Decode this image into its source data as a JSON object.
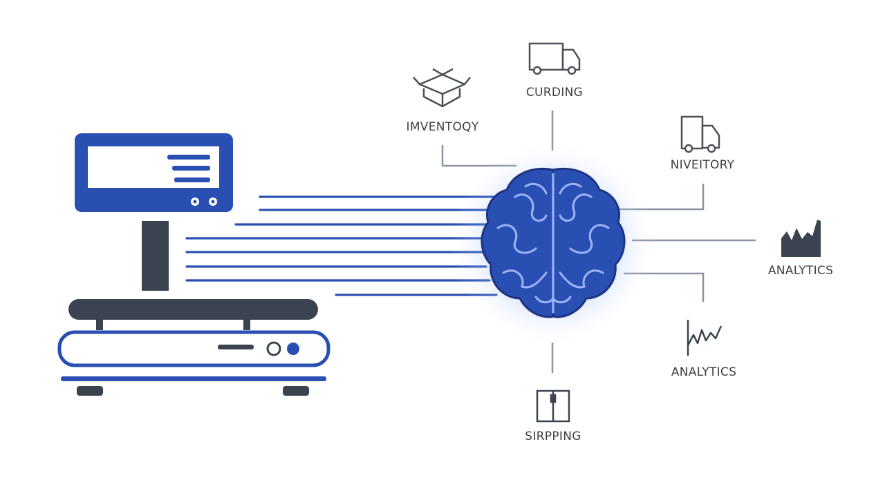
{
  "colors": {
    "primary": "#2a4fb3",
    "dark": "#3b4350",
    "connector": "#8a93a4",
    "icon": "#4a4f57",
    "glow": "#5b8dff"
  },
  "nodes": [
    {
      "id": "inventory-top-left",
      "label": "IMVENTOQY",
      "icon": "box-icon"
    },
    {
      "id": "top-center",
      "label": "CURDING",
      "icon": "truck-icon"
    },
    {
      "id": "right-upper",
      "label": "NIVEITORY",
      "icon": "truck-icon"
    },
    {
      "id": "right-mid",
      "label": "ANALYTICS",
      "icon": "factory-chart-icon"
    },
    {
      "id": "right-lower",
      "label": "ANALYTICS",
      "icon": "line-chart-icon"
    },
    {
      "id": "bottom-center",
      "label": "SIRPPING",
      "icon": "door-icon"
    }
  ]
}
